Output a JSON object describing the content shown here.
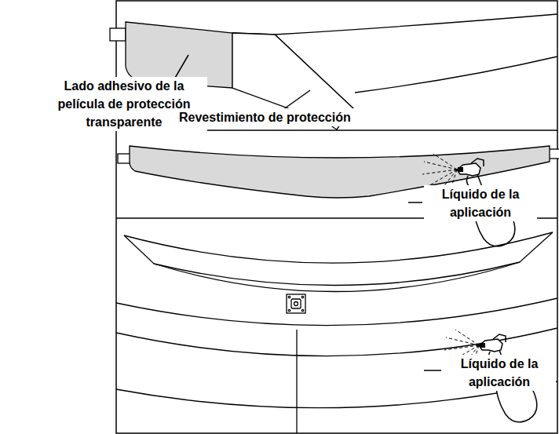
{
  "diagram": {
    "labels": [
      "Lado adhesivo de la película de protección transparente",
      "Revestimiento de protección",
      "Líquido de la aplicación",
      "Líquido de la aplicación"
    ]
  }
}
